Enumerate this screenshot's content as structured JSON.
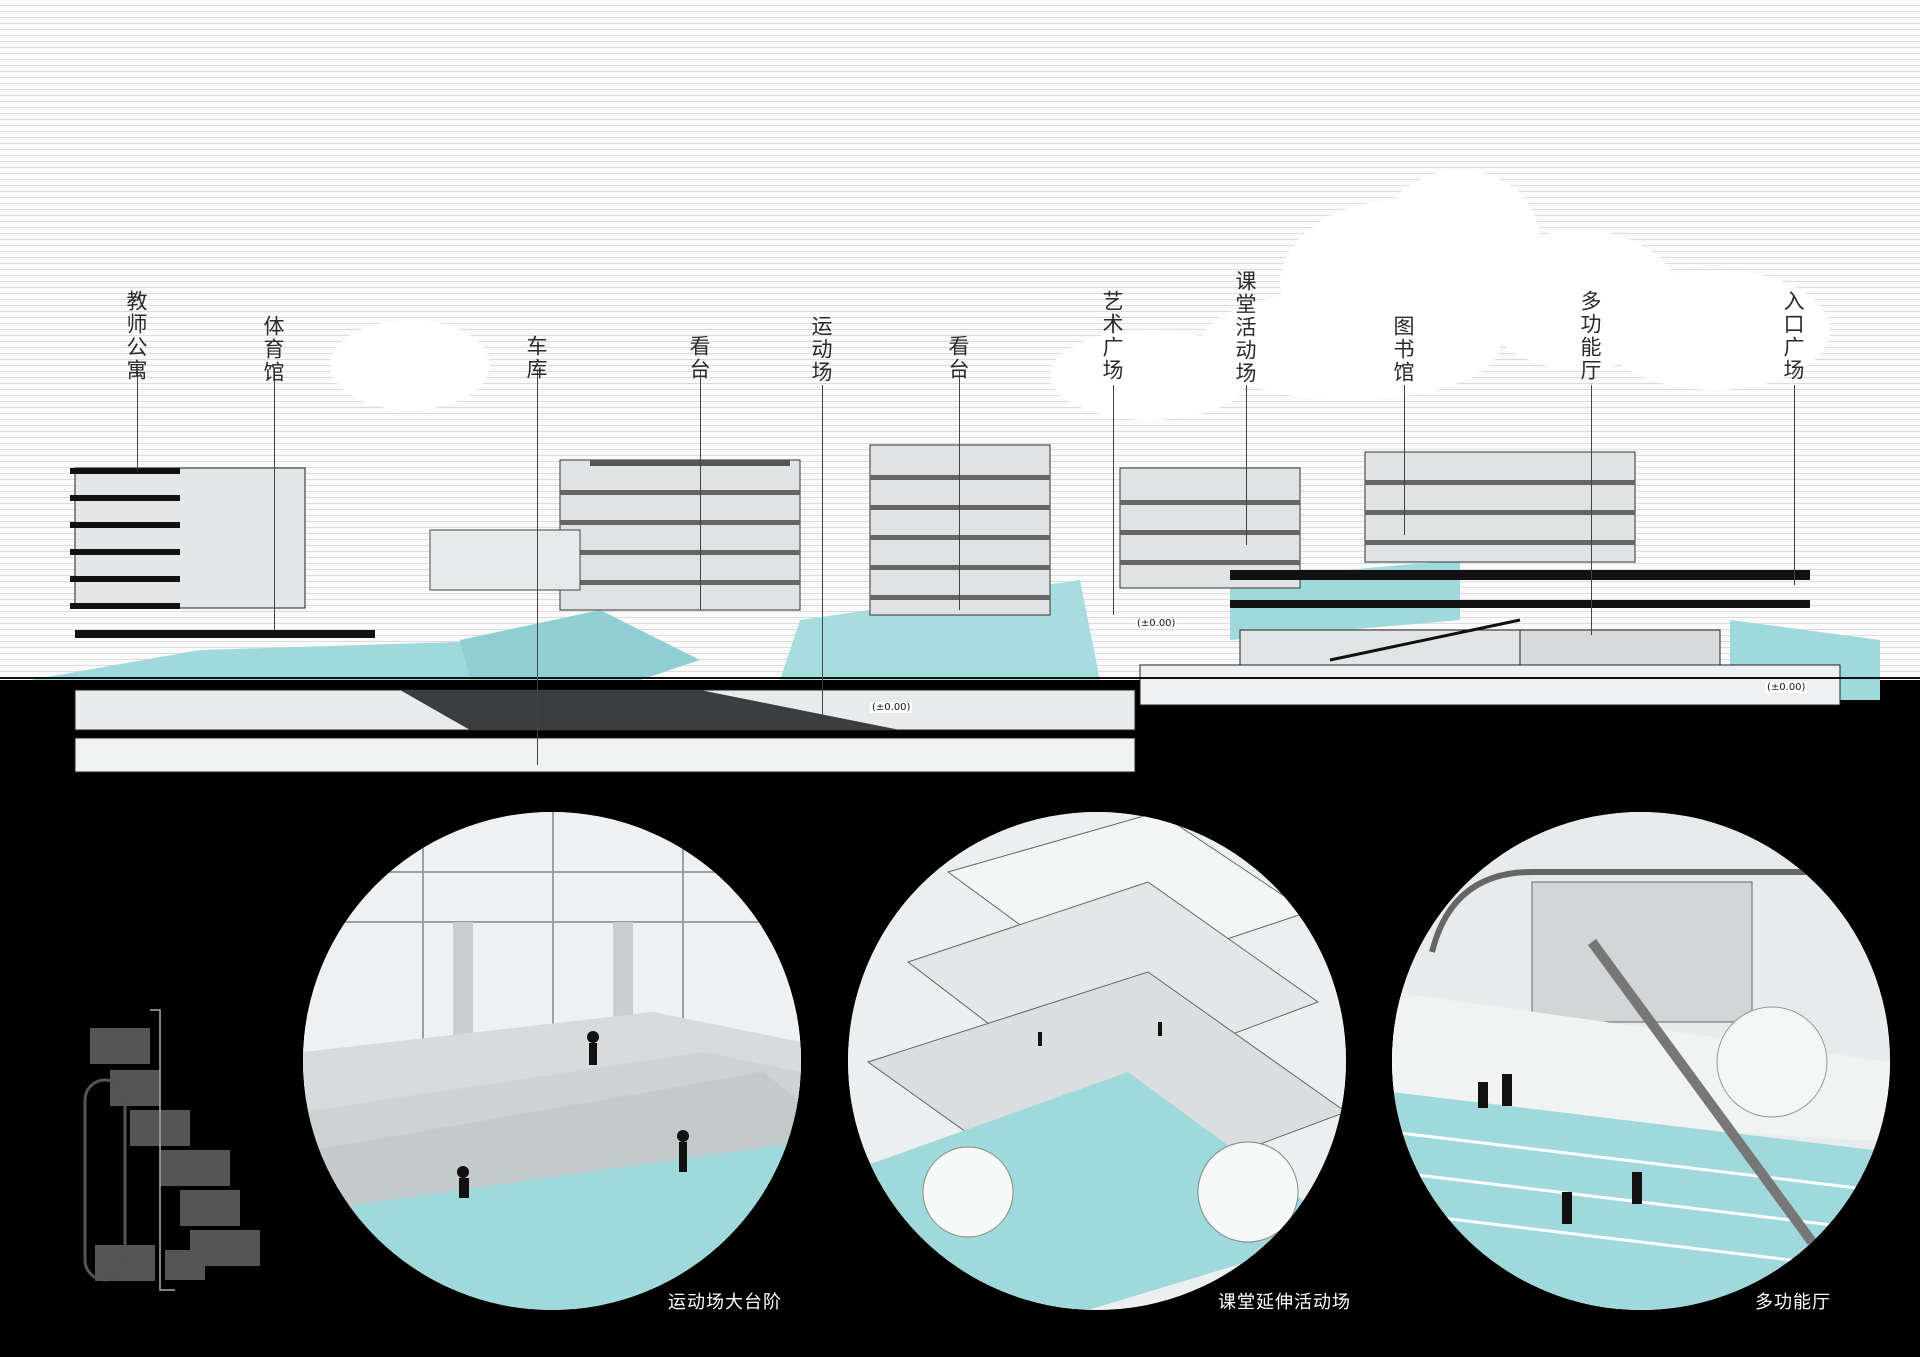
{
  "labels": [
    {
      "id": "teacher-apartment",
      "text": "教师公寓"
    },
    {
      "id": "gymnasium",
      "text": "体育馆"
    },
    {
      "id": "garage",
      "text": "车库"
    },
    {
      "id": "stand-1",
      "text": "看台"
    },
    {
      "id": "sports-field",
      "text": "运动场"
    },
    {
      "id": "stand-2",
      "text": "看台"
    },
    {
      "id": "art-plaza",
      "text": "艺术广场"
    },
    {
      "id": "classroom-activity-field",
      "text": "课堂活动场"
    },
    {
      "id": "library",
      "text": "图书馆"
    },
    {
      "id": "multipurpose-hall",
      "text": "多功能厅"
    },
    {
      "id": "entrance-plaza",
      "text": "入口广场"
    }
  ],
  "elevations": [
    "(±0.00)",
    "(±0.00)",
    "(±0.00)"
  ],
  "vignettes": [
    {
      "caption": "运动场大台阶"
    },
    {
      "caption": "课堂延伸活动场"
    },
    {
      "caption": "多功能厅"
    }
  ],
  "colors": {
    "accent_cyan": "#9fd9dc",
    "ground": "#000000",
    "structure": "#d8dcdd",
    "line": "#1a1a1a"
  }
}
